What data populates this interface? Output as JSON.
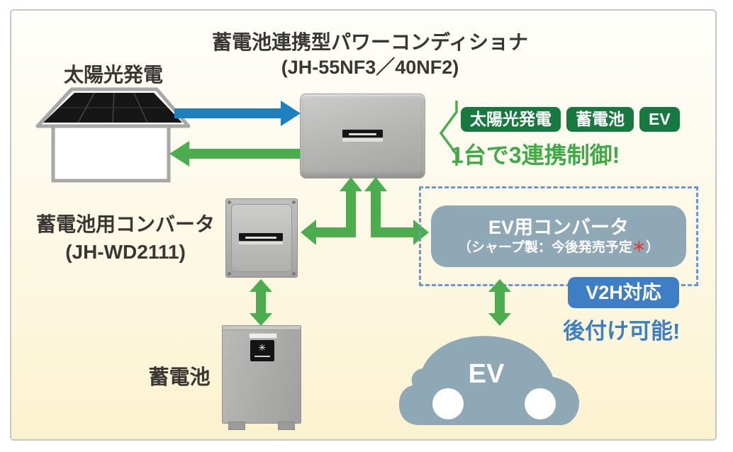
{
  "diagram": {
    "title": {
      "line1": "蓄電池連携型パワーコンディショナ",
      "line2": "(JH-55NF3／40NF2)"
    },
    "solar": {
      "label": "太陽光発電",
      "icon": "house-solar-panel-icon"
    },
    "power_conditioner": {
      "icon": "power-conditioner-device"
    },
    "battery_converter": {
      "label_line1": "蓄電池用コンバータ",
      "label_line2": "(JH-WD2111)",
      "icon": "battery-converter-device"
    },
    "battery": {
      "label": "蓄電池",
      "icon": "battery-unit-device"
    },
    "features": {
      "badges": [
        "太陽光発電",
        "蓄電池",
        "EV"
      ],
      "tagline": "1台で3連携制御!",
      "brace_icon": "green-brace-icon"
    },
    "ev_converter": {
      "line1": "EV用コンバータ",
      "line2_pre": "（シャープ製：今後発売予定",
      "asterisk": "＊",
      "line2_post": "）"
    },
    "v2h_badge": "V2H対応",
    "retrofit_note": "後付け可能!",
    "car": {
      "label": "EV",
      "icon": "ev-car-icon"
    },
    "arrows": {
      "solar_to_conditioner": "blue-right-arrow",
      "conditioner_to_house": "green-left-arrow",
      "conditioner_to_battery_converter": "green-elbow-arrow",
      "conditioner_to_ev_converter": "green-elbow-arrow",
      "converter_to_battery": "green-vertical-double-arrow",
      "ev_converter_to_car": "green-vertical-double-arrow"
    },
    "colors": {
      "background_top": "#FEFEFA",
      "background_bottom": "#FBF2CF",
      "frame_gray": "#C7C7C5",
      "text_dark": "#3A3633",
      "arrow_blue": "#1F80BE",
      "arrow_green": "#4BAD4E",
      "badge_green": "#17793F",
      "tagline_green": "#3FAA47",
      "ev_blue": "#3D7EC4",
      "converter_bluegray": "#8EA8B6",
      "dashed_blue": "#6B95DA",
      "asterisk_red": "#E23B32",
      "device_gray": "#B0B0AE"
    }
  }
}
